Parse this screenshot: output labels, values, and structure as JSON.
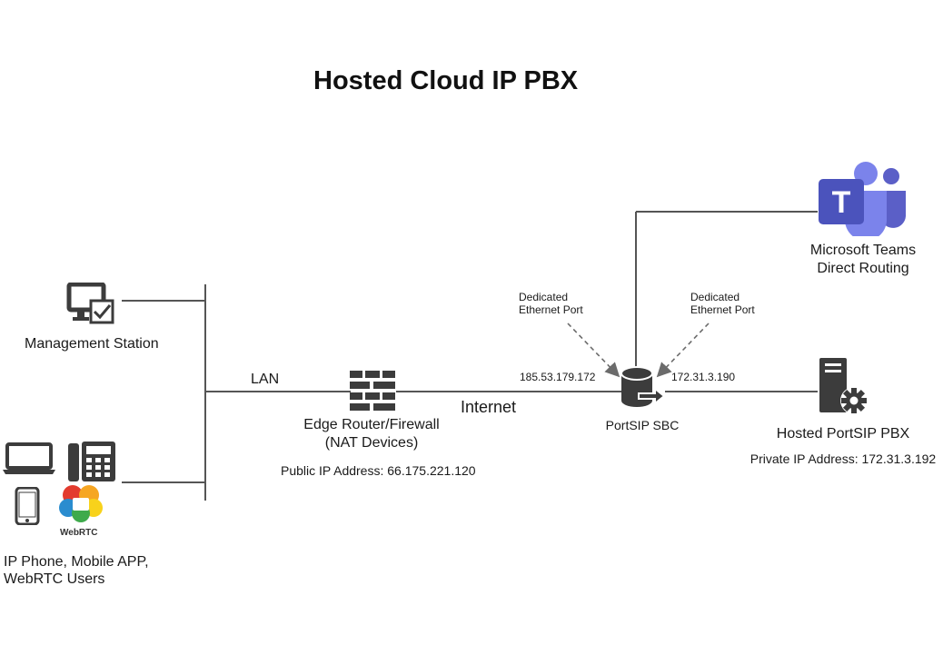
{
  "title": "Hosted Cloud IP PBX",
  "nodes": {
    "management_station": {
      "label": "Management Station",
      "icon": "monitor-check-icon"
    },
    "users": {
      "label_line1": "IP Phone, Mobile APP,",
      "label_line2": "WebRTC Users",
      "webrtc_logo_text": "WebRTC"
    },
    "edge_router": {
      "label_line1": "Edge Router/Firewall",
      "label_line2": "(NAT Devices)",
      "public_ip": "Public IP Address: 66.175.221.120",
      "icon": "firewall-icon"
    },
    "portsip_sbc": {
      "label": "PortSIP SBC",
      "icon": "sbc-icon"
    },
    "microsoft_teams": {
      "label_line1": "Microsoft Teams",
      "label_line2": "Direct Routing",
      "icon_letter": "T"
    },
    "hosted_pbx": {
      "label": "Hosted PortSIP PBX",
      "private_ip": "Private IP Address: 172.31.3.192",
      "icon": "server-gear-icon"
    }
  },
  "link_labels": {
    "lan": "LAN",
    "internet": "Internet",
    "sbc_public_ip": "185.53.179.172",
    "sbc_private_ip": "172.31.3.190",
    "dedicated_left_line1": "Dedicated",
    "dedicated_left_line2": "Ethernet Port",
    "dedicated_right_line1": "Dedicated",
    "dedicated_right_line2": "Ethernet Port"
  },
  "colors": {
    "line": "#555555",
    "icon_dark": "#3c3c3c",
    "teams_dark": "#4b53bc",
    "teams_mid": "#5b5fc7",
    "teams_light": "#7b83eb"
  }
}
